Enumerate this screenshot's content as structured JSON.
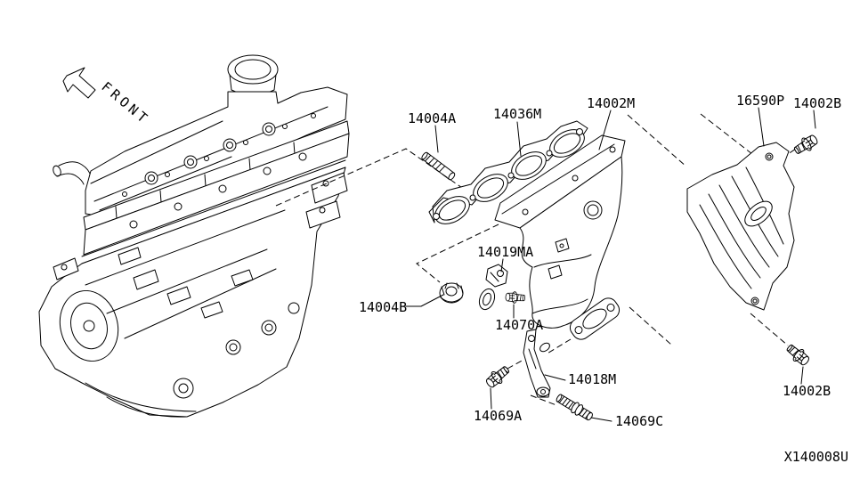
{
  "page": {
    "background": "#ffffff",
    "line_color": "#000000",
    "text_color": "#000000"
  },
  "diagram": {
    "code": "X140008U",
    "front_label": "FRONT",
    "labels": {
      "stud_14004A": "14004A",
      "gasket_14036M": "14036M",
      "manifold_14002M": "14002M",
      "shield_16590P": "16590P",
      "bolt_14002B_upper": "14002B",
      "bracket_14019MA": "14019MA",
      "nut_14004B": "14004B",
      "bolt_14070A": "14070A",
      "support_14018M": "14018M",
      "bolt_14069A": "14069A",
      "stud_14069C": "14069C",
      "bolt_14002B_lower": "14002B"
    }
  }
}
